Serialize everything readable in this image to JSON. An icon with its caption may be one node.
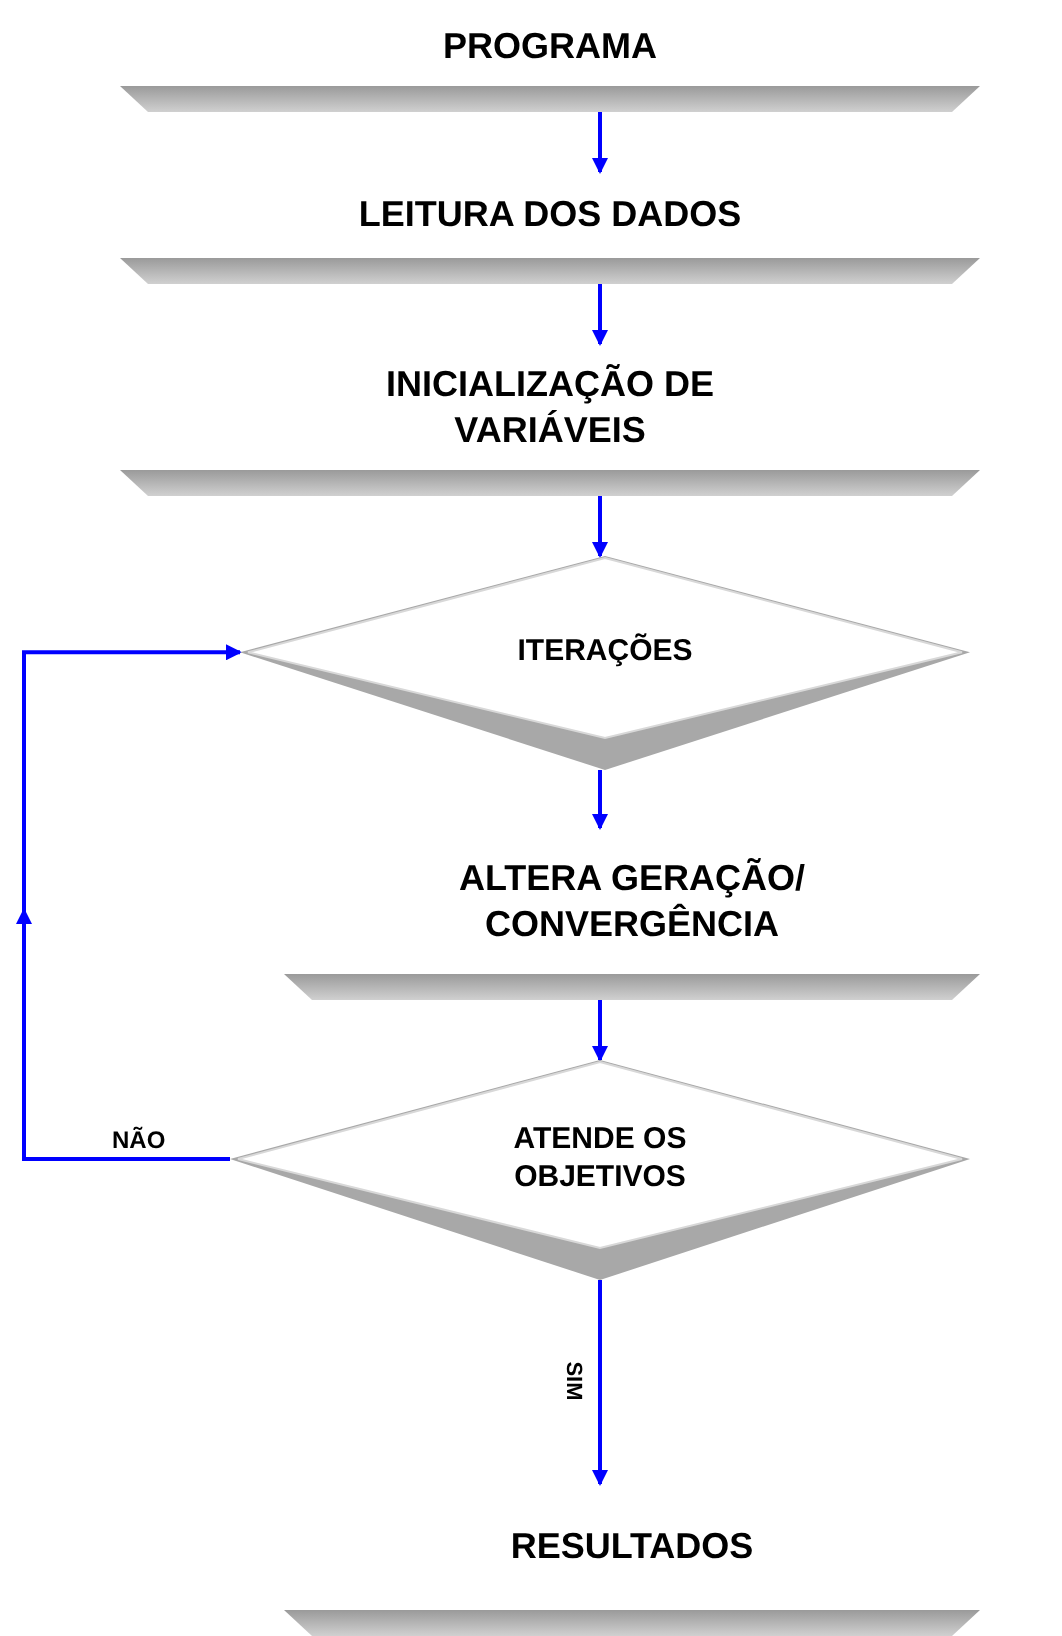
{
  "diagram": {
    "nodes": [
      {
        "text": [
          "PROGRAMA"
        ]
      },
      {
        "text": [
          "LEITURA DOS DADOS"
        ]
      },
      {
        "text": [
          "INICIALIZAÇÃO DE VARIÁVEIS"
        ]
      },
      {
        "text": [
          "ITERAÇÕES"
        ]
      },
      {
        "text": [
          "ALTERA GERAÇÃO/ CONVERGÊNCIA"
        ]
      },
      {
        "text": [
          "ATENDE OS OBJETIVOS"
        ]
      },
      {
        "text": [
          "RESULTADOS"
        ]
      }
    ],
    "edges": [
      {
        "from": 0,
        "to": 1,
        "arrow": "to"
      },
      {
        "from": 1,
        "to": 2,
        "arrow": "to"
      },
      {
        "from": 2,
        "to": 3,
        "arrow": "to"
      },
      {
        "from": 3,
        "to": 4,
        "arrow": "to"
      },
      {
        "from": 4,
        "to": 5,
        "arrow": "to"
      },
      {
        "from": 5,
        "to": 6,
        "arrow": "to",
        "label": "SIM"
      },
      {
        "from": 5,
        "to": 3,
        "arrow": "to",
        "label": "NÃO"
      }
    ]
  }
}
